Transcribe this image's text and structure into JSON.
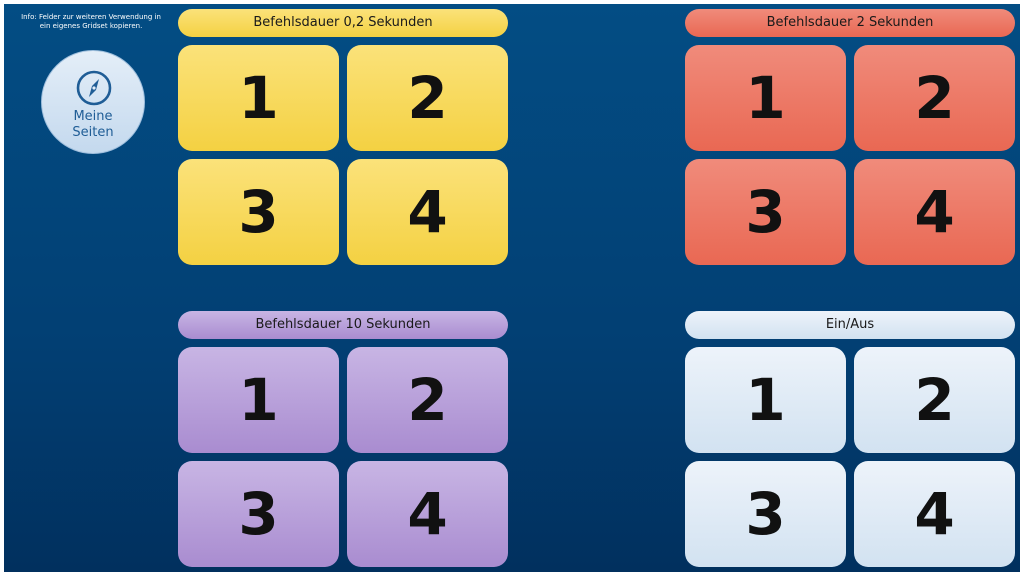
{
  "info_text": "Info: Felder zur weiteren Verwendung in ein eigenes Gridset kopieren.",
  "home_button": {
    "label": "Meine\nSeiten",
    "icon": "compass-icon"
  },
  "groups": [
    {
      "title": "Befehlsdauer 0,2 Sekunden",
      "color": "#f4d142",
      "tiles": [
        "1",
        "2",
        "3",
        "4"
      ]
    },
    {
      "title": "Befehlsdauer 2 Sekunden",
      "color": "#e96853",
      "tiles": [
        "1",
        "2",
        "3",
        "4"
      ]
    },
    {
      "title": "Befehlsdauer 10 Sekunden",
      "color": "#a98cd0",
      "tiles": [
        "1",
        "2",
        "3",
        "4"
      ]
    },
    {
      "title": "Ein/Aus",
      "color": "#d2e2f1",
      "tiles": [
        "1",
        "2",
        "3",
        "4"
      ]
    }
  ],
  "colors": {
    "background": "#023f73",
    "accent": "#1f5d96"
  }
}
